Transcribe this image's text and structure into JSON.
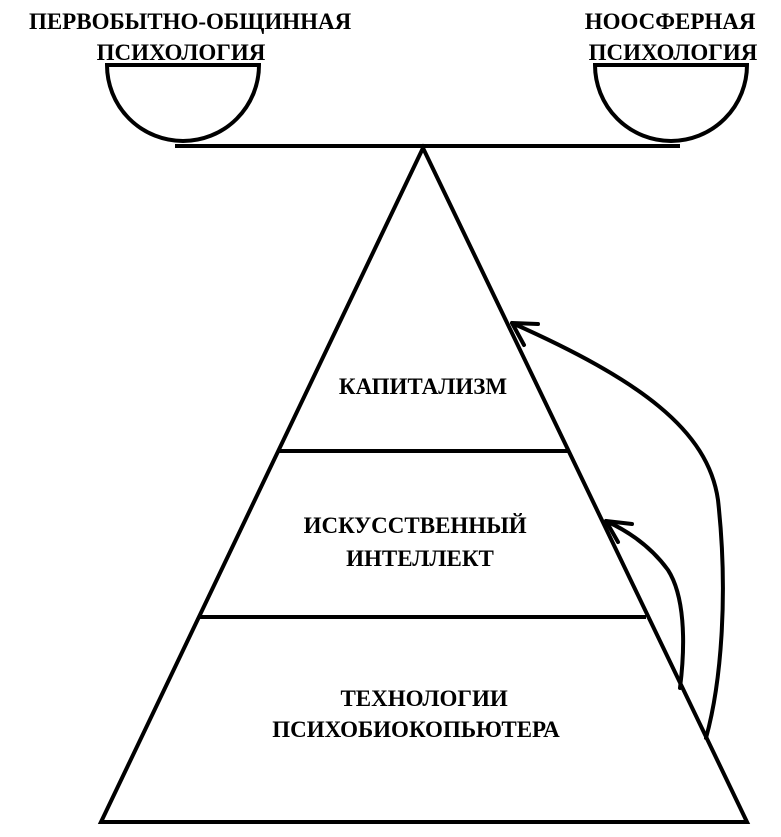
{
  "scales": {
    "left_pan_label": [
      "ПЕРВОБЫТНО-ОБЩИННАЯ",
      "ПСИХОЛОГИЯ"
    ],
    "right_pan_label": [
      "НООСФЕРНАЯ",
      "ПСИХОЛОГИЯ"
    ]
  },
  "pyramid": {
    "top_tier": [
      "КАПИТАЛИЗМ"
    ],
    "middle_tier": [
      "ИСКУССТВЕННЫЙ",
      "ИНТЕЛЛЕКТ"
    ],
    "bottom_tier": [
      "ТЕХНОЛОГИИ",
      "ПСИХОБИОКОПЬЮТЕРА"
    ]
  }
}
